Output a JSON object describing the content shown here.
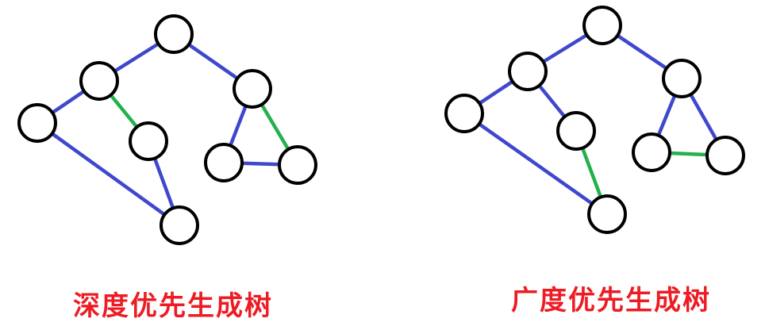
{
  "colors": {
    "tree_edge": "#3f48cc",
    "non_tree_edge": "#22b14c",
    "node_stroke": "#000000",
    "caption": "#ed1c24"
  },
  "graphs": [
    {
      "id": "dfs",
      "caption": "深度优先生成树",
      "nodes": [
        "n1",
        "n2",
        "n3",
        "n4",
        "n5",
        "n6",
        "n7",
        "n8"
      ],
      "edges": [
        {
          "from": "n1",
          "to": "n2",
          "kind": "tree"
        },
        {
          "from": "n1",
          "to": "n3",
          "kind": "tree"
        },
        {
          "from": "n2",
          "to": "n4",
          "kind": "tree"
        },
        {
          "from": "n2",
          "to": "n5",
          "kind": "non-tree"
        },
        {
          "from": "n4",
          "to": "n8",
          "kind": "tree"
        },
        {
          "from": "n5",
          "to": "n8",
          "kind": "tree"
        },
        {
          "from": "n3",
          "to": "n6",
          "kind": "tree"
        },
        {
          "from": "n3",
          "to": "n7",
          "kind": "non-tree"
        },
        {
          "from": "n6",
          "to": "n7",
          "kind": "tree"
        }
      ]
    },
    {
      "id": "bfs",
      "caption": "广度优先生成树",
      "nodes": [
        "n1",
        "n2",
        "n3",
        "n4",
        "n5",
        "n6",
        "n7",
        "n8"
      ],
      "edges": [
        {
          "from": "n1",
          "to": "n2",
          "kind": "tree"
        },
        {
          "from": "n1",
          "to": "n3",
          "kind": "tree"
        },
        {
          "from": "n2",
          "to": "n4",
          "kind": "tree"
        },
        {
          "from": "n2",
          "to": "n5",
          "kind": "tree"
        },
        {
          "from": "n4",
          "to": "n8",
          "kind": "tree"
        },
        {
          "from": "n5",
          "to": "n8",
          "kind": "non-tree"
        },
        {
          "from": "n3",
          "to": "n6",
          "kind": "tree"
        },
        {
          "from": "n3",
          "to": "n7",
          "kind": "tree"
        },
        {
          "from": "n6",
          "to": "n7",
          "kind": "non-tree"
        }
      ]
    }
  ]
}
